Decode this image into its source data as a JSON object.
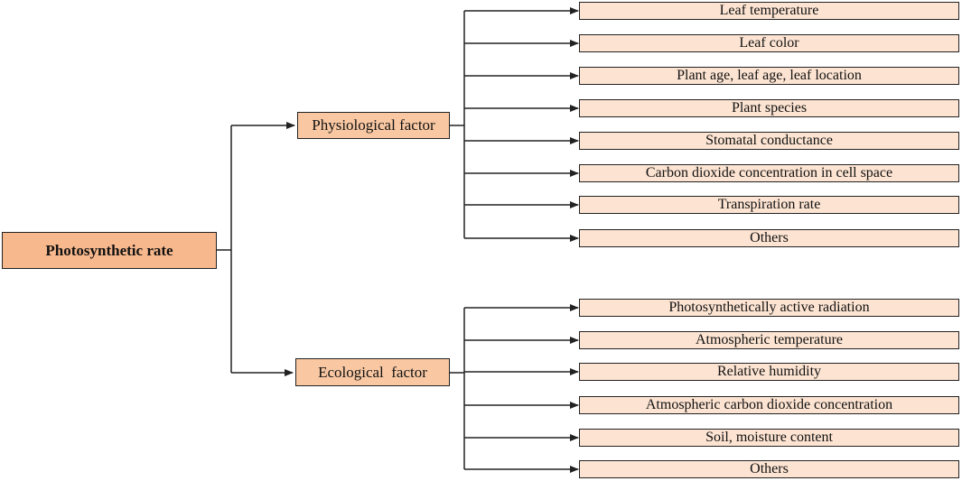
{
  "root": {
    "label": "Photosynthetic rate"
  },
  "branches": [
    {
      "label": "Physiological factor",
      "leaves": [
        "Leaf temperature",
        "Leaf color",
        "Plant age, leaf age, leaf location",
        "Plant species",
        "Stomatal conductance",
        "Carbon dioxide concentration in cell space",
        "Transpiration rate",
        "Others"
      ]
    },
    {
      "label": "Ecological  factor",
      "leaves": [
        "Photosynthetically active radiation",
        "Atmospheric temperature",
        "Relative humidity",
        "Atmospheric carbon dioxide concentration",
        "Soil, moisture content",
        "Others"
      ]
    }
  ],
  "colors": {
    "root_fill": "#f7b88d",
    "branch_fill": "#f9c8a3",
    "leaf_fill": "#fde4d2",
    "line": "#222222"
  }
}
